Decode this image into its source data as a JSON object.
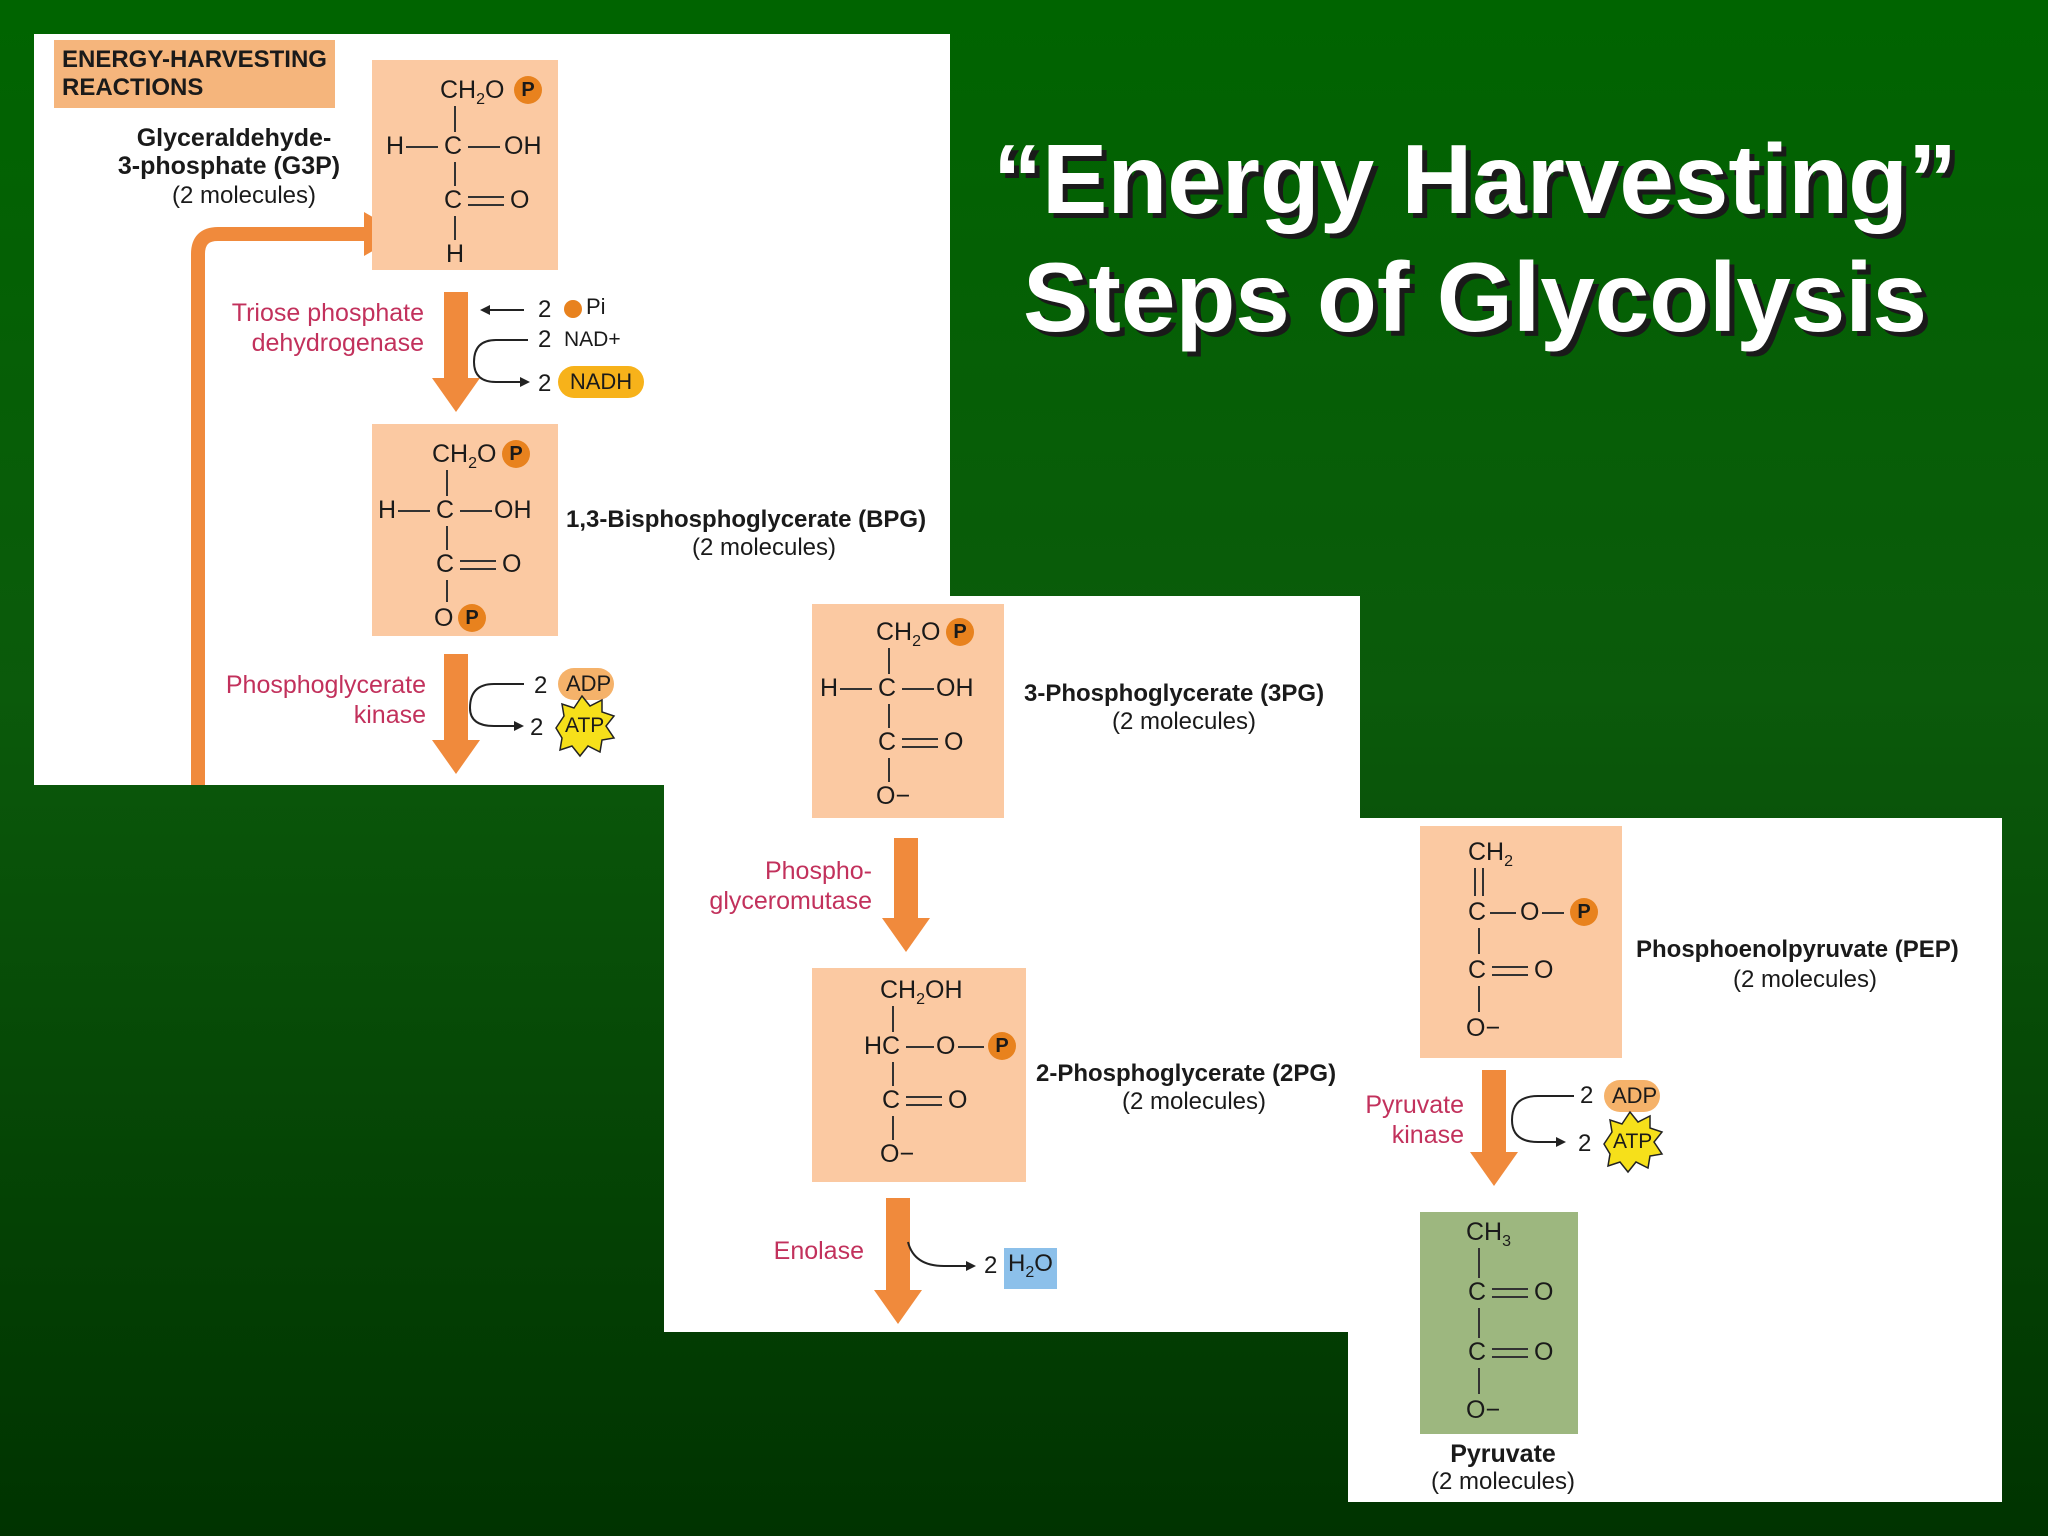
{
  "title": {
    "line1": "“Energy Harvesting”",
    "line2": "Steps of Glycolysis"
  },
  "panel1": {
    "header": {
      "line1": "ENERGY-HARVESTING",
      "line2": "REACTIONS"
    },
    "g3p": {
      "name1": "Glyceraldehyde-",
      "name2": "3-phosphate (G3P)",
      "count": "(2 molecules)"
    },
    "enzyme1": {
      "line1": "Triose phosphate",
      "line2": "dehydrogenase"
    },
    "inputs1": {
      "pi_num": "2",
      "pi": "Pi",
      "nad_num": "2",
      "nad": "NAD+",
      "nadh_num": "2",
      "nadh": "NADH"
    },
    "bpg": {
      "name": "1,3-Bisphosphoglycerate (BPG)",
      "count": "(2 molecules)"
    },
    "enzyme2": {
      "line1": "Phosphoglycerate",
      "line2": "kinase"
    },
    "inputs2": {
      "adp_num": "2",
      "adp": "ADP",
      "atp_num": "2",
      "atp": "ATP"
    }
  },
  "panel2": {
    "pg3": {
      "name": "3-Phosphoglycerate (3PG)",
      "count": "(2 molecules)"
    },
    "enzyme3": {
      "line1": "Phospho-",
      "line2": "glyceromutase"
    },
    "pg2": {
      "name": "2-Phosphoglycerate (2PG)",
      "count": "(2 molecules)"
    },
    "enzyme4": {
      "line1": "Enolase"
    },
    "water": {
      "num": "2",
      "label": "H2O"
    }
  },
  "panel3": {
    "pep": {
      "name": "Phosphoenolpyruvate (PEP)",
      "count": "(2 molecules)"
    },
    "enzyme5": {
      "line1": "Pyruvate",
      "line2": "kinase"
    },
    "inputs3": {
      "adp_num": "2",
      "adp": "ADP",
      "atp_num": "2",
      "atp": "ATP"
    },
    "pyruvate": {
      "name": "Pyruvate",
      "count": "(2 molecules)"
    }
  },
  "chem": {
    "ch2o": "CH2O",
    "p": "P",
    "h": "H",
    "c": "C",
    "oh": "OH",
    "o": "O",
    "ominus": "O−",
    "ch2oh": "CH2OH",
    "hc": "HC",
    "ch2": "CH2",
    "ch3": "CH3"
  },
  "colors": {
    "background": "#006400",
    "molecule_box": "#fbc9a2",
    "pyruvate_box": "#9db77f",
    "arrow": "#f08a3c",
    "enzyme_text": "#c2315c"
  }
}
